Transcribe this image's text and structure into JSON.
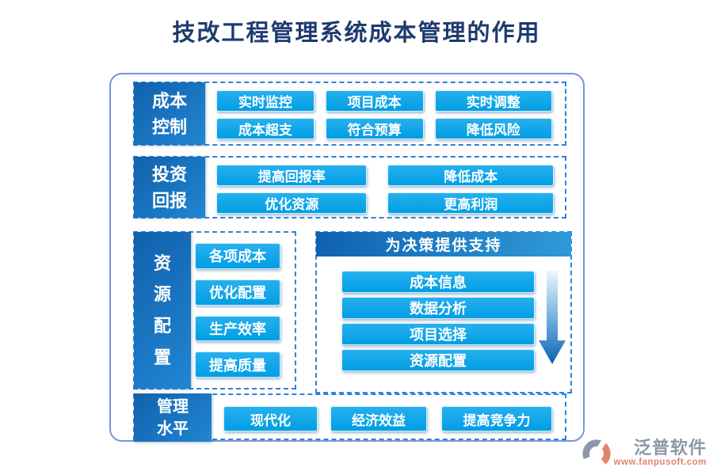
{
  "title": "技改工程管理系统成本管理的作用",
  "sections": {
    "cost_control": {
      "label": "成本控制",
      "items": [
        "实时监控",
        "项目成本",
        "实时调整",
        "成本超支",
        "符合预算",
        "降低风险"
      ]
    },
    "investment_return": {
      "label": "投资回报",
      "items": [
        "提高回报率",
        "降低成本",
        "优化资源",
        "更高利润"
      ]
    },
    "resource_allocation": {
      "label": "资源配置",
      "items": [
        "各项成本",
        "优化配置",
        "生产效率",
        "提高质量"
      ]
    },
    "decision_support": {
      "title": "为决策提供支持",
      "items": [
        "成本信息",
        "数据分析",
        "项目选择",
        "资源配置"
      ]
    },
    "management_level": {
      "label": "管理水平",
      "items": [
        "现代化",
        "经济效益",
        "提高竞争力"
      ]
    }
  },
  "footer": {
    "brand": "泛普软件",
    "url": "www.fanpusoft.com"
  },
  "colors": {
    "title_text": "#1e3a6e",
    "label_gradient_start": "#1161ad",
    "label_gradient_end": "#2186d2",
    "node_fill": "#00a0e6",
    "dashed_border": "#2e82d6",
    "frame_border": "#7b93da",
    "brand_gray": "#8d97a8",
    "brand_salmon": "#e2846a"
  }
}
